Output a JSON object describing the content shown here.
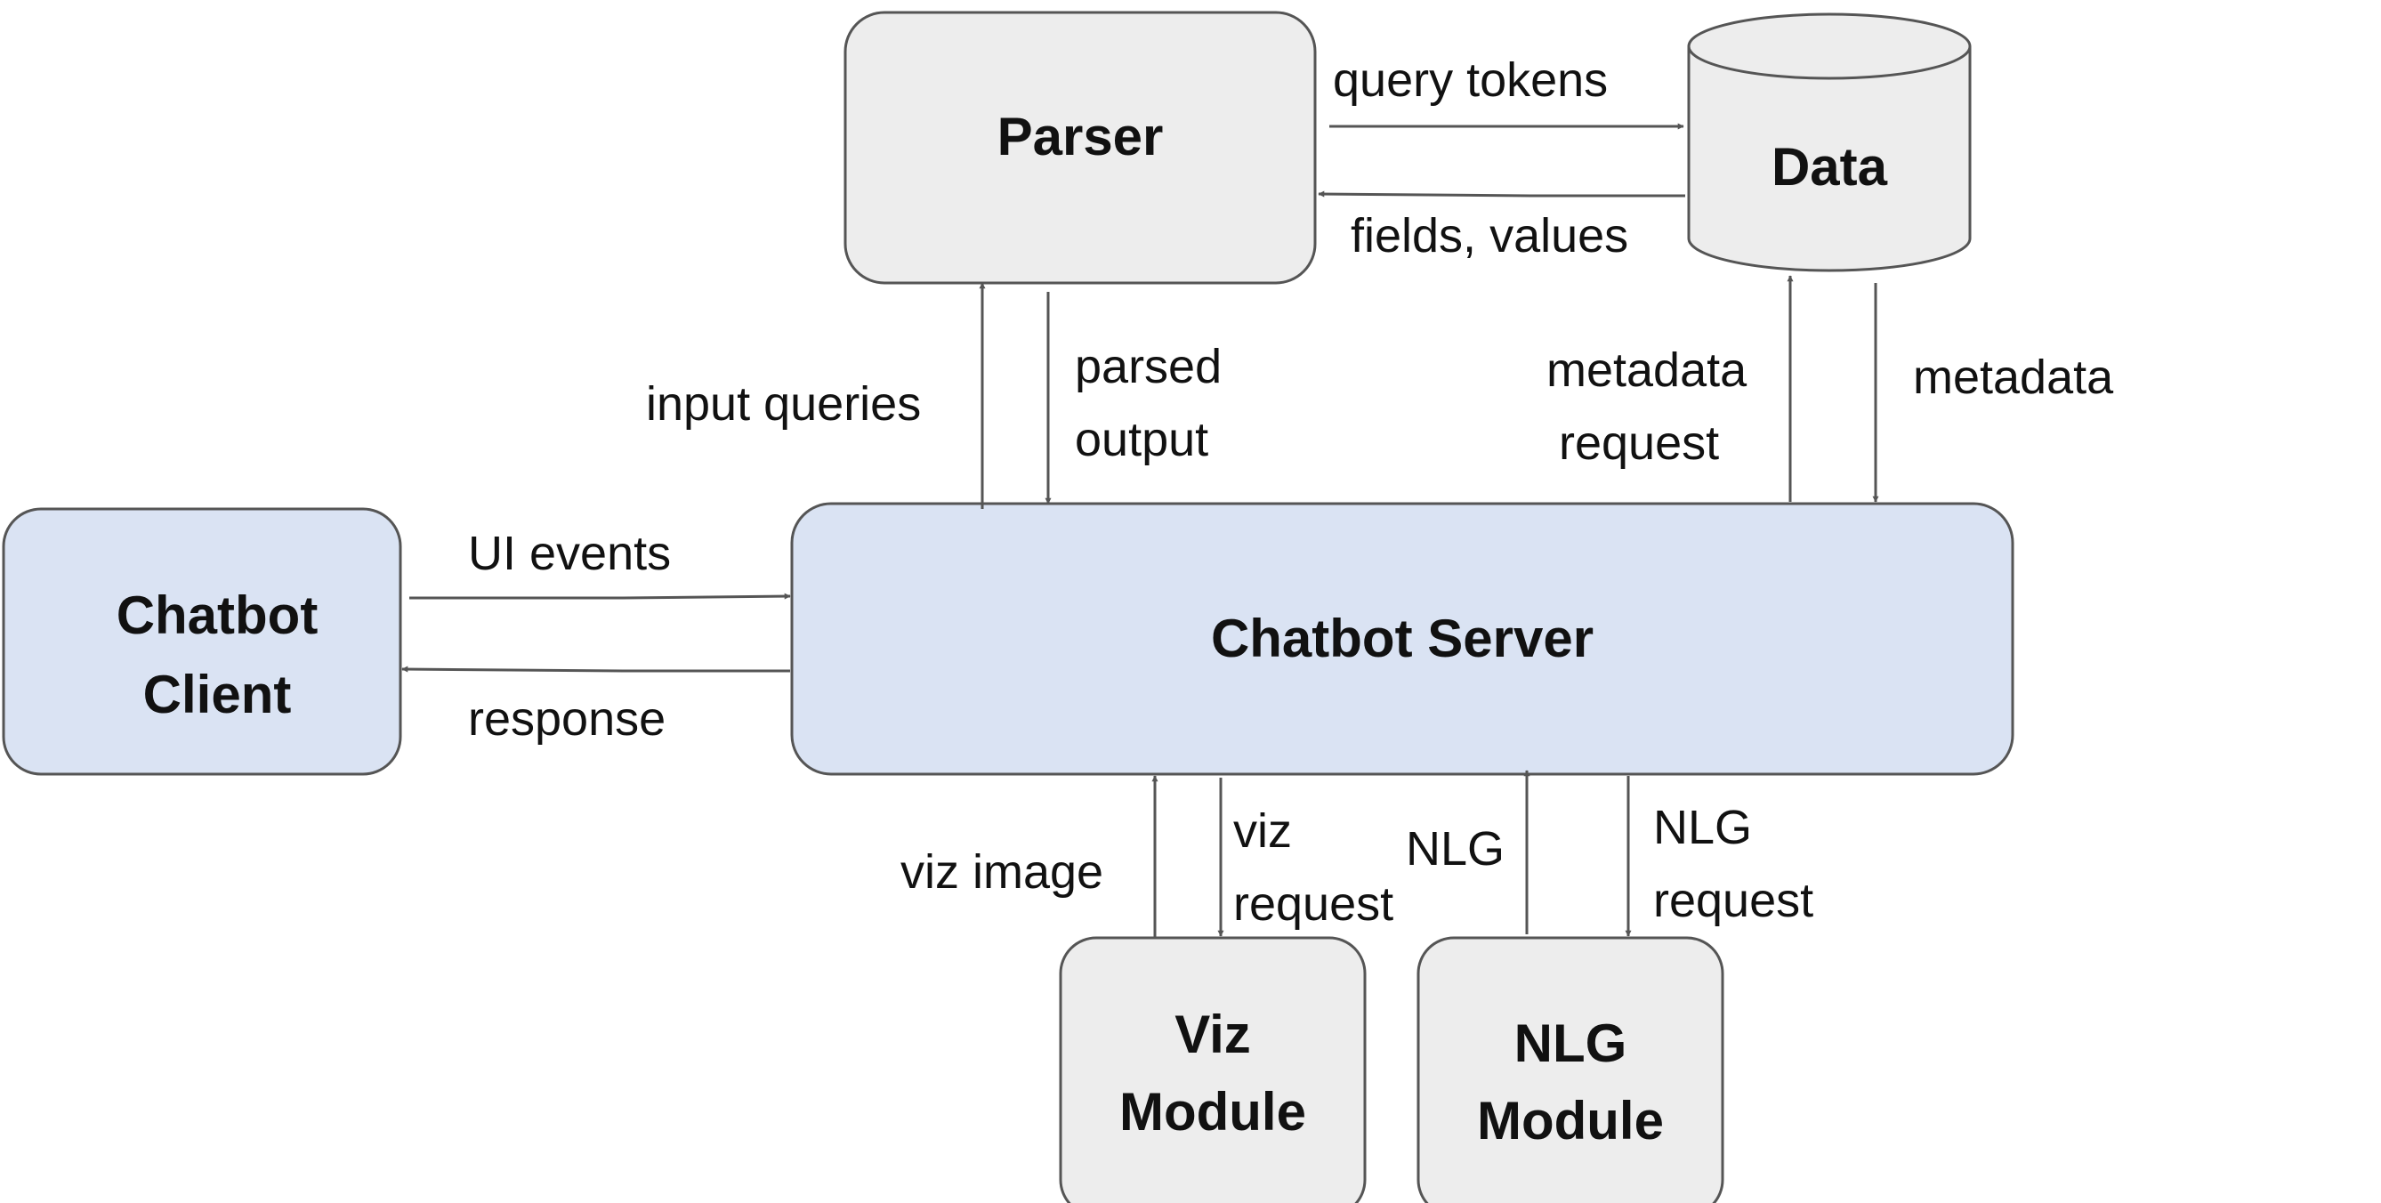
{
  "colors": {
    "server_fill": "#dae3f3",
    "module_fill": "#ededed",
    "stroke": "#555555",
    "text": "#111111"
  },
  "nodes": {
    "parser": {
      "label": "Parser"
    },
    "data": {
      "label": "Data"
    },
    "client": {
      "label_line1": "Chatbot",
      "label_line2": "Client"
    },
    "server": {
      "label": "Chatbot Server"
    },
    "viz": {
      "label_line1": "Viz",
      "label_line2": "Module"
    },
    "nlg": {
      "label_line1": "NLG",
      "label_line2": "Module"
    }
  },
  "edges": {
    "query_tokens": "query tokens",
    "fields_values": "fields, values",
    "input_queries": "input queries",
    "parsed_output_line1": "parsed",
    "parsed_output_line2": "output",
    "metadata_request_line1": "metadata",
    "metadata_request_line2": "request",
    "metadata": "metadata",
    "ui_events": "UI events",
    "response": "response",
    "viz_image": "viz image",
    "viz_request_line1": "viz",
    "viz_request_line2": "request",
    "nlg": "NLG",
    "nlg_request_line1": "NLG",
    "nlg_request_line2": "request"
  }
}
